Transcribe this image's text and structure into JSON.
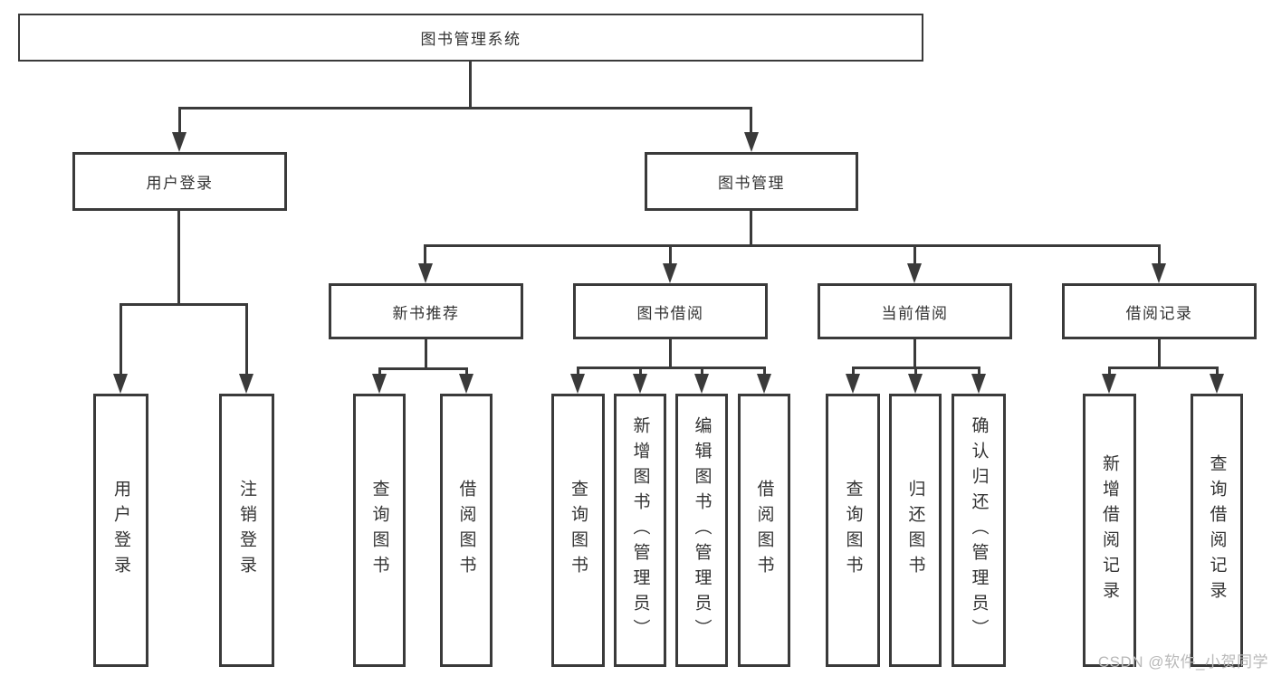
{
  "root": {
    "label": "图书管理系统"
  },
  "level2": [
    {
      "label": "用户登录"
    },
    {
      "label": "图书管理"
    }
  ],
  "level3": [
    {
      "label": "新书推荐"
    },
    {
      "label": "图书借阅"
    },
    {
      "label": "当前借阅"
    },
    {
      "label": "借阅记录"
    }
  ],
  "leaves": {
    "user_login": [
      {
        "label": "用户登录"
      },
      {
        "label": "注销登录"
      }
    ],
    "new_book_recommend": [
      {
        "label": "查询图书"
      },
      {
        "label": "借阅图书"
      }
    ],
    "book_borrowing": [
      {
        "label": "查询图书"
      },
      {
        "label": "新增图书（管理员）"
      },
      {
        "label": "编辑图书（管理员）"
      },
      {
        "label": "借阅图书"
      }
    ],
    "current_borrowing": [
      {
        "label": "查询图书"
      },
      {
        "label": "归还图书"
      },
      {
        "label": "确认归还（管理员）"
      }
    ],
    "borrowing_records": [
      {
        "label": "新增借阅记录"
      },
      {
        "label": "查询借阅记录"
      }
    ]
  },
  "watermark": "CSDN @软件_小贺同学",
  "colors": {
    "line": "#3a3a3a",
    "text": "#333333",
    "watermark": "#b9b9b9",
    "background": "#ffffff"
  }
}
